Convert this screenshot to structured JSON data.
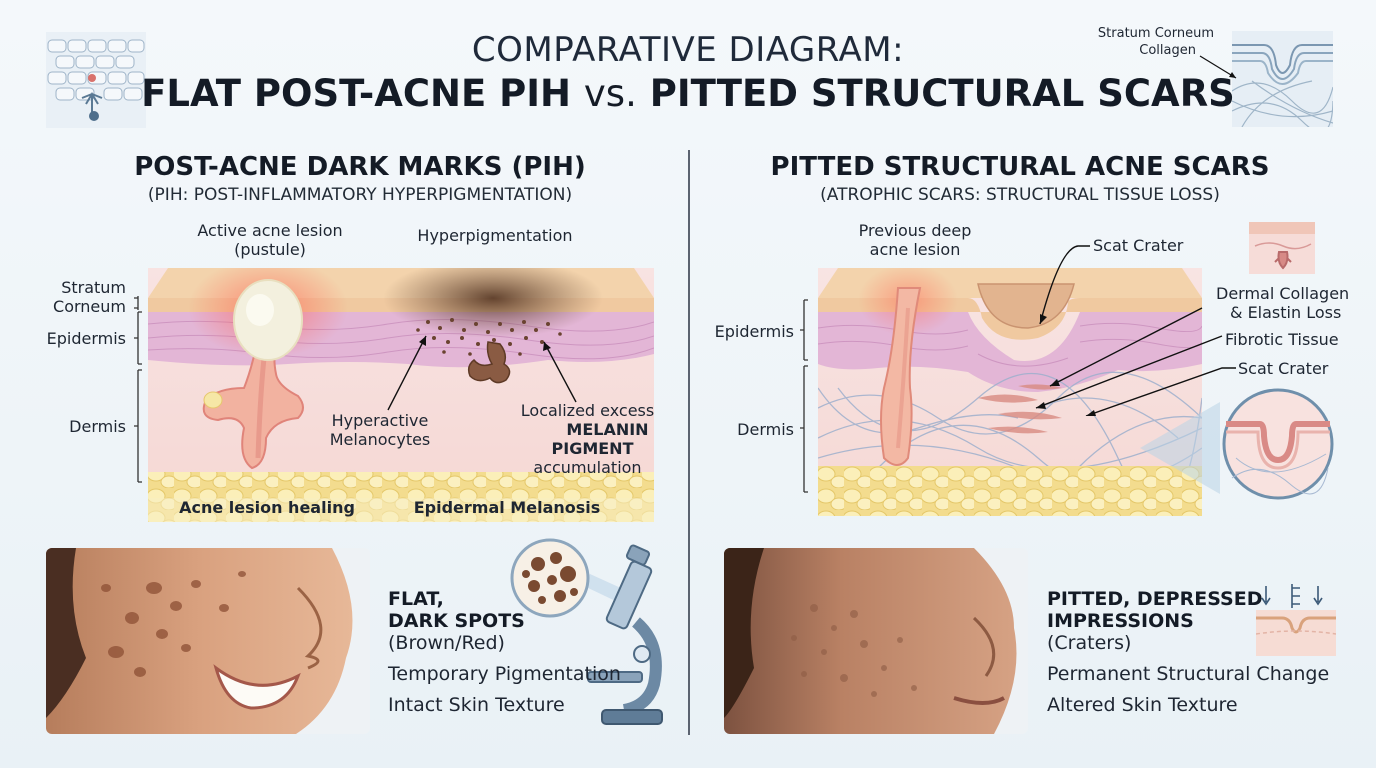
{
  "header": {
    "line1": "COMPARATIVE DIAGRAM:",
    "line2_a": "FLAT POST-ACNE PIH",
    "line2_vs": "vs.",
    "line2_b": "PITTED STRUCTURAL SCARS",
    "corner_label_1": "Stratum Corneum",
    "corner_label_2": "Collagen"
  },
  "left": {
    "title": "POST-ACNE DARK MARKS (PIH)",
    "subtitle": "(PIH: POST-INFLAMMATORY HYPERPIGMENTATION)",
    "labels": {
      "active_lesion_1": "Active acne lesion",
      "active_lesion_2": "(pustule)",
      "hyperpigmentation": "Hyperpigmentation",
      "stratum_1": "Stratum",
      "stratum_2": "Corneum",
      "epidermis": "Epidermis",
      "dermis": "Dermis",
      "melanocytes_1": "Hyperactive",
      "melanocytes_2": "Melanocytes",
      "excess_1": "Localized excess",
      "excess_2": "MELANIN",
      "excess_3": "PIGMENT",
      "excess_4": "accumulation",
      "healing": "Acne lesion healing",
      "melanosis": "Epidermal Melanosis"
    },
    "summary": {
      "bold_1": "FLAT,",
      "bold_2": "DARK SPOTS",
      "line_3": "(Brown/Red)",
      "line_4": "Temporary Pigmentation",
      "line_5": "Intact Skin Texture"
    }
  },
  "right": {
    "title": "PITTED STRUCTURAL ACNE SCARS",
    "subtitle": "(ATROPHIC SCARS: STRUCTURAL TISSUE LOSS)",
    "labels": {
      "previous_1": "Previous deep",
      "previous_2": "acne lesion",
      "crater_top": "Scat Crater",
      "collagen_1": "Dermal Collagen",
      "collagen_2": "& Elastin Loss",
      "fibrotic": "Fibrotic Tissue",
      "crater_lower": "Scat Crater",
      "epidermis": "Epidermis",
      "dermis": "Dermis"
    },
    "summary": {
      "bold_1": "PITTED, DEPRESSED",
      "bold_2": "IMPRESSIONS",
      "line_3": "(Craters)",
      "line_4": "Permanent Structural Change",
      "line_5": "Altered Skin Texture"
    }
  },
  "colors": {
    "epidermis": "#e2b4d6",
    "dermis": "#f7dedc",
    "stratum": "#f2cfa8",
    "fat": "#f6e6a6",
    "pigment": "#5e3a26",
    "arrow": "#111111"
  },
  "icons": {
    "left_corner": "skin-cell-icon",
    "right_corner": "skin-layer-icon",
    "microscope": "microscope-icon",
    "crater_small": "crater-diagram-icon",
    "crater_zoom": "crater-zoom-icon"
  }
}
